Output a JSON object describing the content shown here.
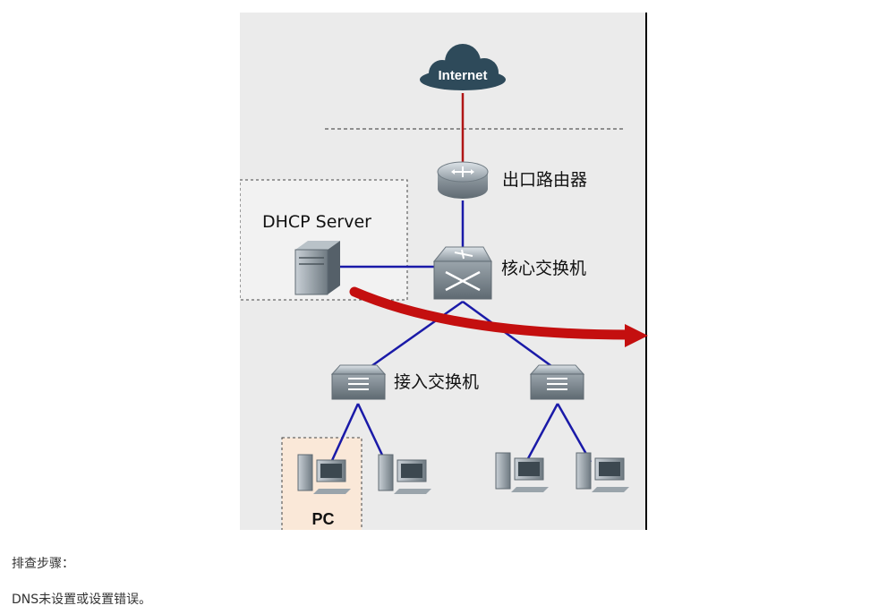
{
  "diagram": {
    "internet_label": "Internet",
    "router_label": "出口路由器",
    "core_switch_label": "核心交换机",
    "access_switch_label": "接入交换机",
    "dhcp_server_label": "DHCP Server",
    "pc_label": "PC"
  },
  "colors": {
    "figure_bg": "#ebebeb",
    "uplink": "#b01515",
    "links": "#1a1aa8",
    "arrow": "#c40f0f",
    "cloud": "#2e4a5a"
  },
  "text": {
    "steps_heading": "排查步骤：",
    "step1": "DNS未设置或设置错误。"
  }
}
